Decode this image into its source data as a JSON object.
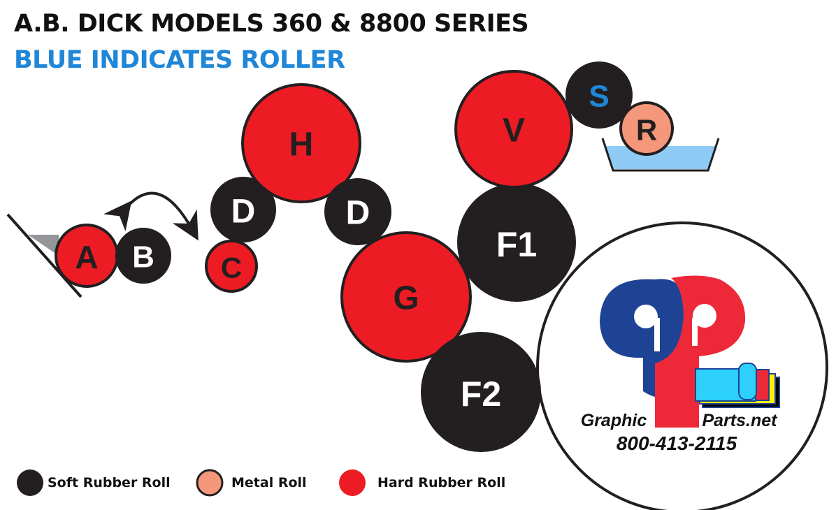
{
  "title": "A.B. DICK MODELS 360 & 8800 SERIES",
  "subtitle": "BLUE INDICATES ROLLER",
  "rollers": {
    "A": "A",
    "B": "B",
    "C": "C",
    "D1": "D",
    "D2": "D",
    "H": "H",
    "G": "G",
    "F1": "F1",
    "F2": "F2",
    "V": "V",
    "S": "S",
    "R": "R"
  },
  "colors": {
    "soft": "#231f20",
    "hard": "#ed1c24",
    "metal": "#f4977a",
    "roller_label": "#1f86d8",
    "water": "#8ecbf5"
  },
  "logo": {
    "brand_left": "Graphic",
    "brand_right": "Parts.net",
    "phone": "800-413-2115"
  },
  "legend": [
    {
      "label": "Soft Rubber Roll",
      "type": "soft"
    },
    {
      "label": "Metal Roll",
      "type": "metal"
    },
    {
      "label": "Hard Rubber Roll",
      "type": "hard"
    }
  ]
}
